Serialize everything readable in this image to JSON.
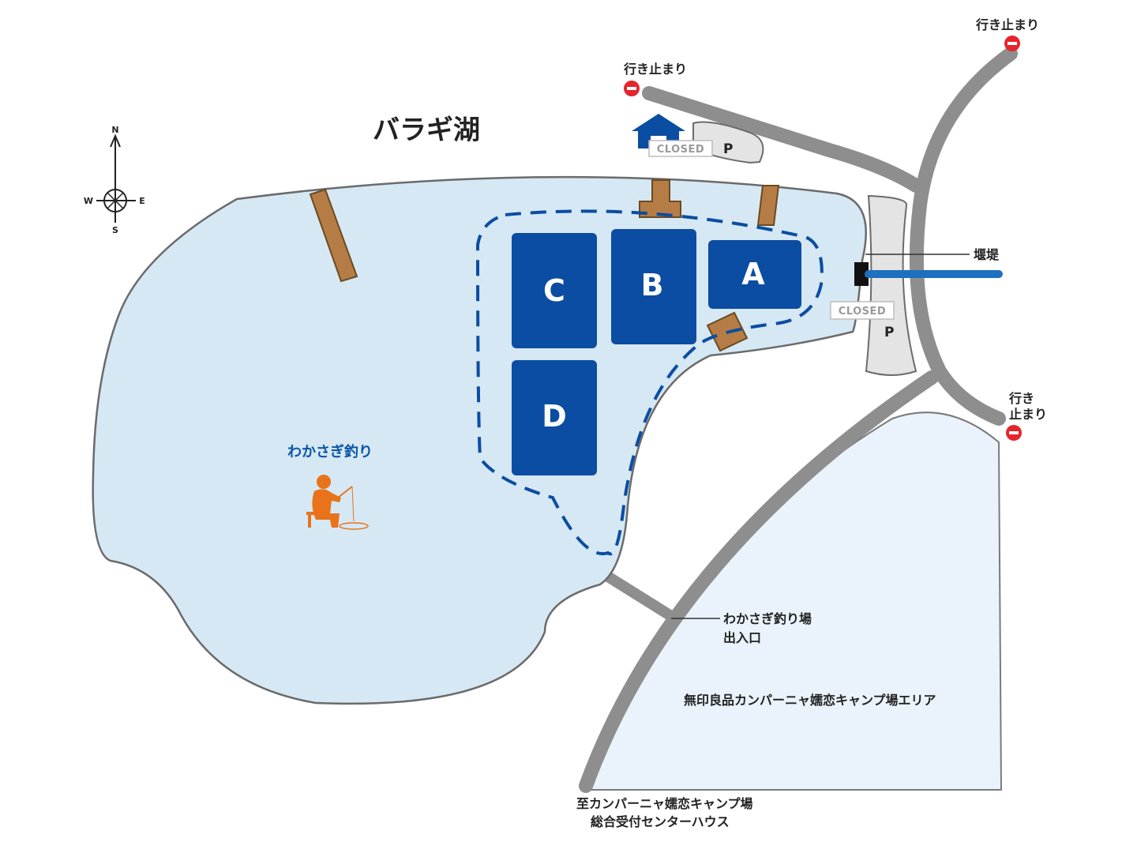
{
  "lake_name": "バラギ湖",
  "compass": {
    "n": "N",
    "s": "S",
    "e": "E",
    "w": "W"
  },
  "dead_end_label": "行き止まり",
  "dead_end_label_split": [
    "行き",
    "止まり"
  ],
  "closed_label": "CLOSED",
  "parking_label": "P",
  "dam_label": "堰堤",
  "zones": [
    "A",
    "B",
    "C",
    "D"
  ],
  "fishing_label": "わかさぎ釣り",
  "entrance_label": [
    "わかさぎ釣り場",
    "出入口"
  ],
  "camp_area_label": "無印良品カンパーニャ嬬恋キャンプ場エリア",
  "center_house_label": [
    "至カンパーニャ嬬恋キャンプ場",
    "総合受付センターハウス"
  ],
  "colors": {
    "lake": "#d6e8f3",
    "lake_outline": "#6b6b6b",
    "zone": "#0b4da2",
    "road": "#8e8e8e",
    "pier": "#b57d45",
    "dead_end": "#e5242c",
    "fisher": "#e8731a",
    "dam_line": "#1e6fbf",
    "camp_area": "#eaf3fb"
  },
  "icons": [
    "compass-rose-icon",
    "dead-end-icon",
    "house-icon",
    "fisher-icon",
    "dam-marker-icon"
  ]
}
